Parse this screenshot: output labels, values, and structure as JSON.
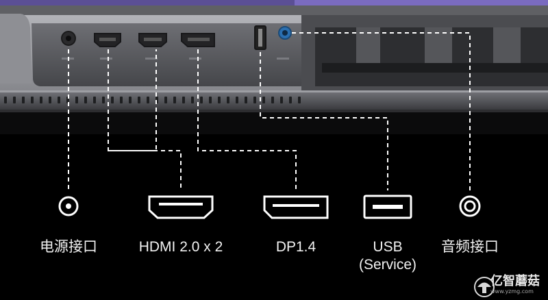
{
  "ports": [
    {
      "key": "power",
      "label": "电源接口",
      "label2": ""
    },
    {
      "key": "hdmi",
      "label": "HDMI 2.0 x 2",
      "label2": ""
    },
    {
      "key": "dp",
      "label": "DP1.4",
      "label2": ""
    },
    {
      "key": "usb",
      "label": "USB",
      "label2": "(Service)"
    },
    {
      "key": "audio",
      "label": "音频接口",
      "label2": ""
    }
  ],
  "watermark": {
    "brand": "亿智蘑菇",
    "url": "www.yzmg.com"
  },
  "colors": {
    "panel": "#5f6064",
    "panel_dark": "#3c3d41",
    "frame": "#a4a5aa",
    "dash": "#ffffff",
    "background": "#000000",
    "label": "#f2f2f2",
    "accent_trim": "#6a5fa8"
  }
}
